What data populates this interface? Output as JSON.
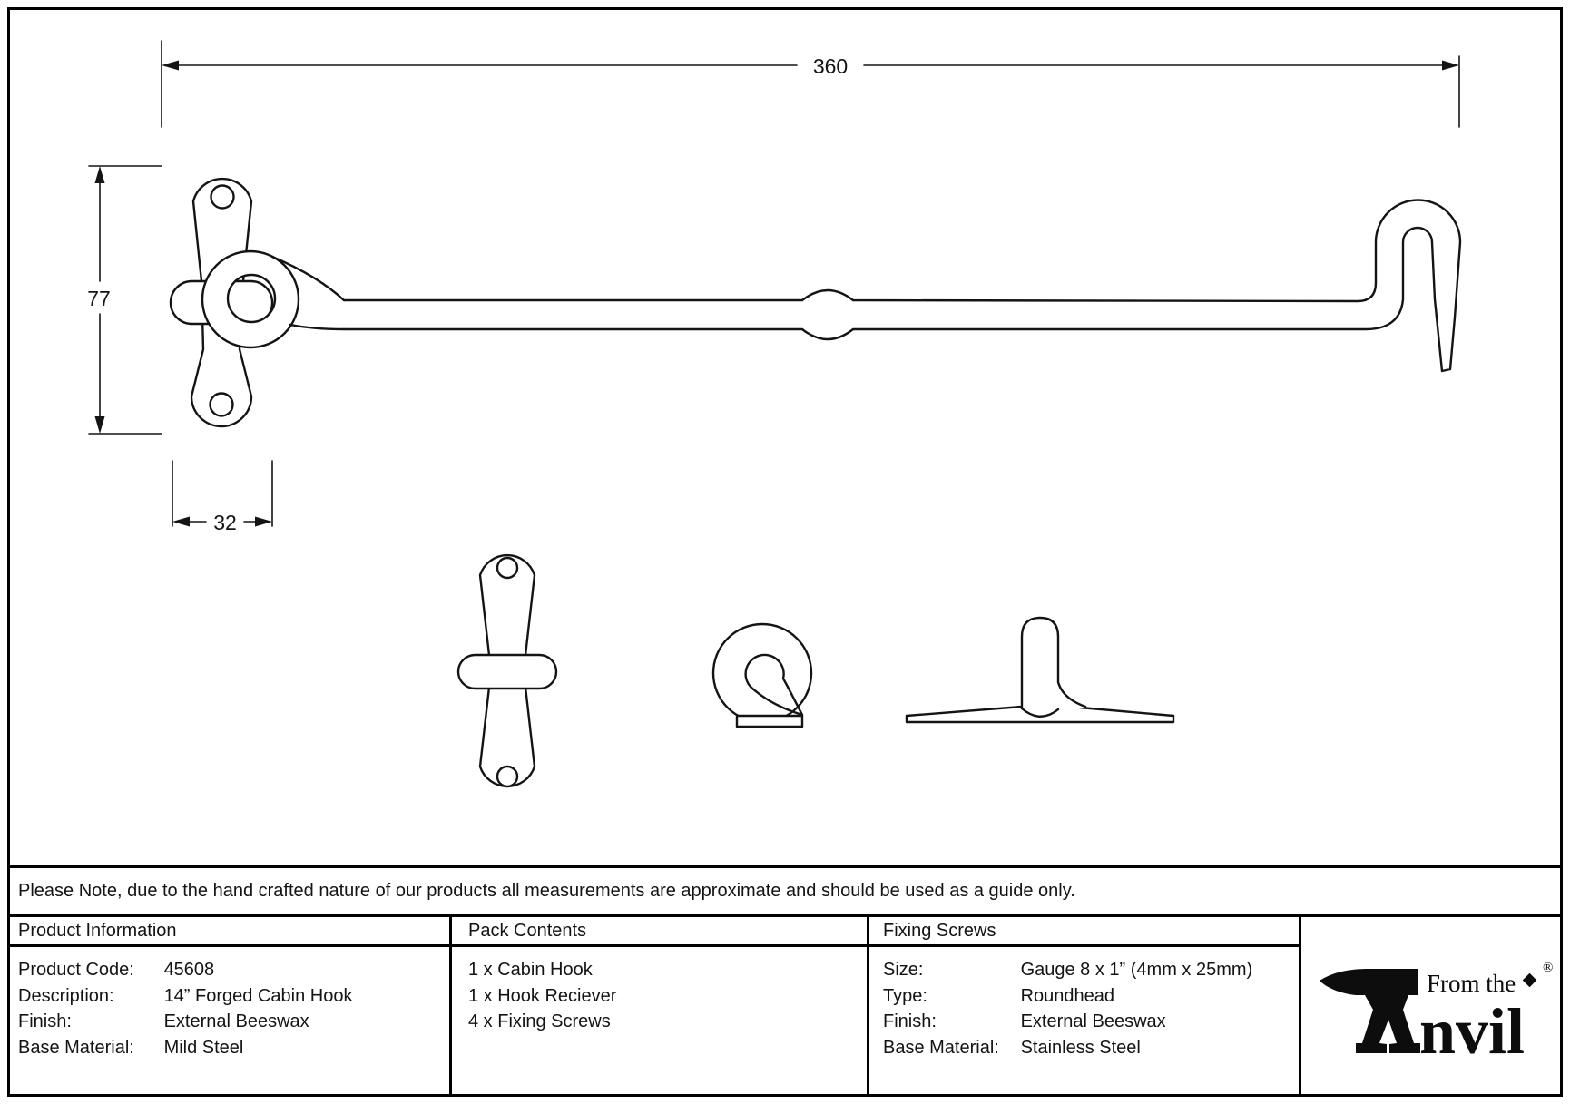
{
  "drawing": {
    "dim_length": "360",
    "dim_height": "77",
    "dim_width": "32"
  },
  "note": "Please Note, due to the hand crafted nature of our products all measurements are approximate and should be used as a guide only.",
  "product_information": {
    "title": "Product Information",
    "rows": [
      {
        "label": "Product Code:",
        "value": "45608"
      },
      {
        "label": "Description:",
        "value": "14” Forged Cabin Hook"
      },
      {
        "label": "Finish:",
        "value": "External Beeswax"
      },
      {
        "label": "Base Material:",
        "value": "Mild Steel"
      }
    ]
  },
  "pack_contents": {
    "title": "Pack Contents",
    "items": [
      "1 x Cabin Hook",
      "1 x Hook Reciever",
      "4 x Fixing Screws"
    ]
  },
  "fixing_screws": {
    "title": "Fixing Screws",
    "rows": [
      {
        "label": "Size:",
        "value": "Gauge 8 x 1” (4mm x 25mm)"
      },
      {
        "label": "Type:",
        "value": "Roundhead"
      },
      {
        "label": "Finish:",
        "value": "External Beeswax"
      },
      {
        "label": "Base Material:",
        "value": "Stainless Steel"
      }
    ]
  },
  "logo": {
    "brand_prefix": "From the",
    "brand_suffix": "nvil",
    "registered": "®"
  },
  "colors": {
    "ink": "#000000",
    "background": "#ffffff"
  }
}
